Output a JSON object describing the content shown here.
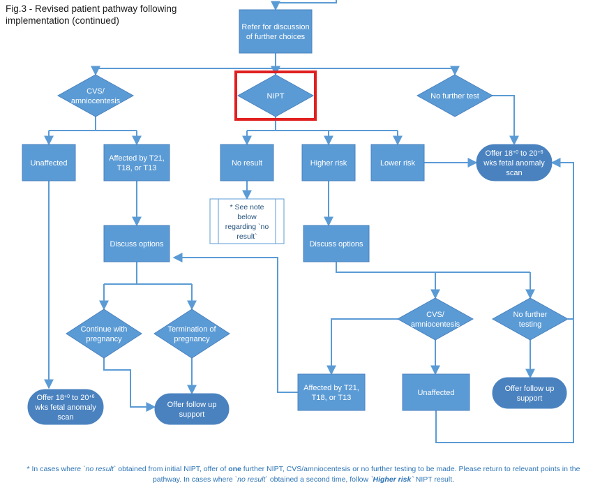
{
  "caption": "Fig.3  - Revised patient pathway following implementation (continued)",
  "colors": {
    "box": "#5b9bd5",
    "box_dark": "#4a82bf",
    "line": "#5b9bd5",
    "highlight": "#e02020",
    "note_border": "#5b9bd5"
  },
  "nodes": {
    "refer": [
      "Refer for discussion",
      "of further choices"
    ],
    "cvs_top": [
      "CVS/",
      "amniocentesis"
    ],
    "nipt": [
      "NIPT"
    ],
    "no_further_top": [
      "No further test"
    ],
    "unaffected_left": [
      "Unaffected"
    ],
    "affected_left": [
      "Affected by T21,",
      "T18, or T13"
    ],
    "no_result": [
      "No result"
    ],
    "higher_risk": [
      "Higher risk"
    ],
    "lower_risk": [
      "Lower risk"
    ],
    "offer_scan_right": [
      "Offer 18^+0 to 20^+6",
      "wks fetal anomaly",
      "scan"
    ],
    "note": [
      "* See note",
      "below",
      "regarding `no",
      "result`"
    ],
    "discuss_left": [
      "Discuss options"
    ],
    "discuss_mid": [
      "Discuss options"
    ],
    "cvs_bottom": [
      "CVS/",
      "amniocentesis"
    ],
    "no_further_bottom": [
      "No further",
      "testing"
    ],
    "continue_preg": [
      "Continue with",
      "pregnancy"
    ],
    "terminate_preg": [
      "Termination of",
      "pregnancy"
    ],
    "offer_scan_left": [
      "Offer 18^+0 to 20^+6",
      "wks fetal anomaly",
      "scan"
    ],
    "followup_left": [
      "Offer follow up",
      "support"
    ],
    "affected_mid": [
      "Affected by T21,",
      "T18, or T13"
    ],
    "unaffected_right": [
      "Unaffected"
    ],
    "followup_right": [
      "Offer follow up",
      "support"
    ]
  },
  "footnote": {
    "p1": "* In cases where ",
    "p2": "`no result`",
    "p3": " obtained from initial NIPT, offer of ",
    "p4": "one",
    "p5": " further NIPT, CVS/amniocentesis or no further testing to be made. Please return to relevant points in the pathway. In cases where ",
    "p6": "`no result`",
    "p7": "  obtained a second time, follow ",
    "p8": "`Higher risk`",
    "p9": " NIPT result."
  }
}
